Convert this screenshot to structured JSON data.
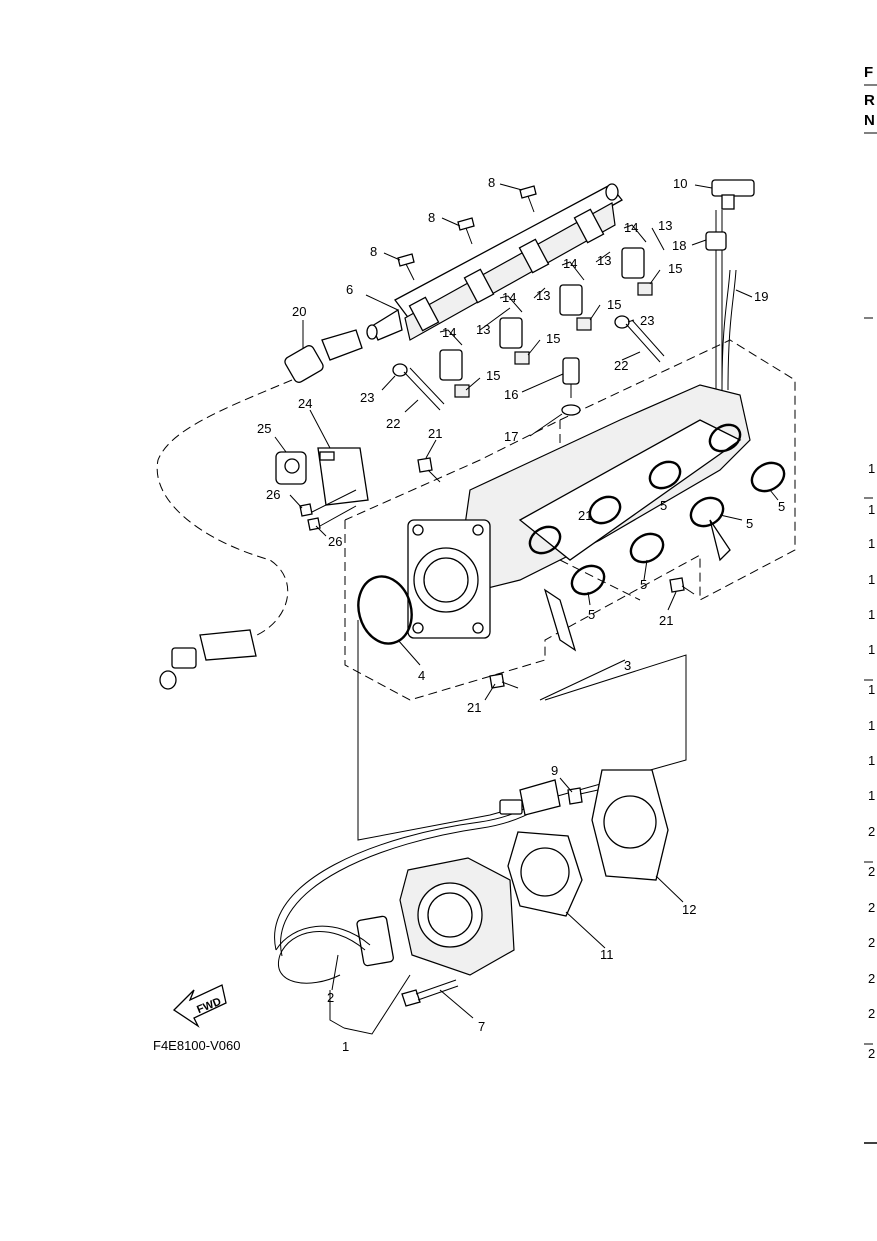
{
  "reference_code": "F4E8100-V060",
  "fwd_label": "FWD",
  "callouts": [
    "1",
    "2",
    "3",
    "4",
    "5",
    "5",
    "5",
    "5",
    "5",
    "6",
    "7",
    "8",
    "8",
    "8",
    "9",
    "10",
    "11",
    "12",
    "13",
    "13",
    "13",
    "13",
    "14",
    "14",
    "14",
    "14",
    "15",
    "15",
    "15",
    "15",
    "16",
    "17",
    "18",
    "19",
    "20",
    "21",
    "21",
    "21",
    "21",
    "22",
    "22",
    "23",
    "23",
    "24",
    "25",
    "26",
    "26"
  ],
  "edge_header": [
    "F",
    "R",
    "N"
  ],
  "edge_numbers": [
    "1",
    "1",
    "1",
    "1",
    "1",
    "1",
    "1",
    "1",
    "1",
    "1",
    "2",
    "2",
    "2",
    "2",
    "2",
    "2",
    "2"
  ],
  "colors": {
    "line": "#000000",
    "background": "#ffffff"
  }
}
